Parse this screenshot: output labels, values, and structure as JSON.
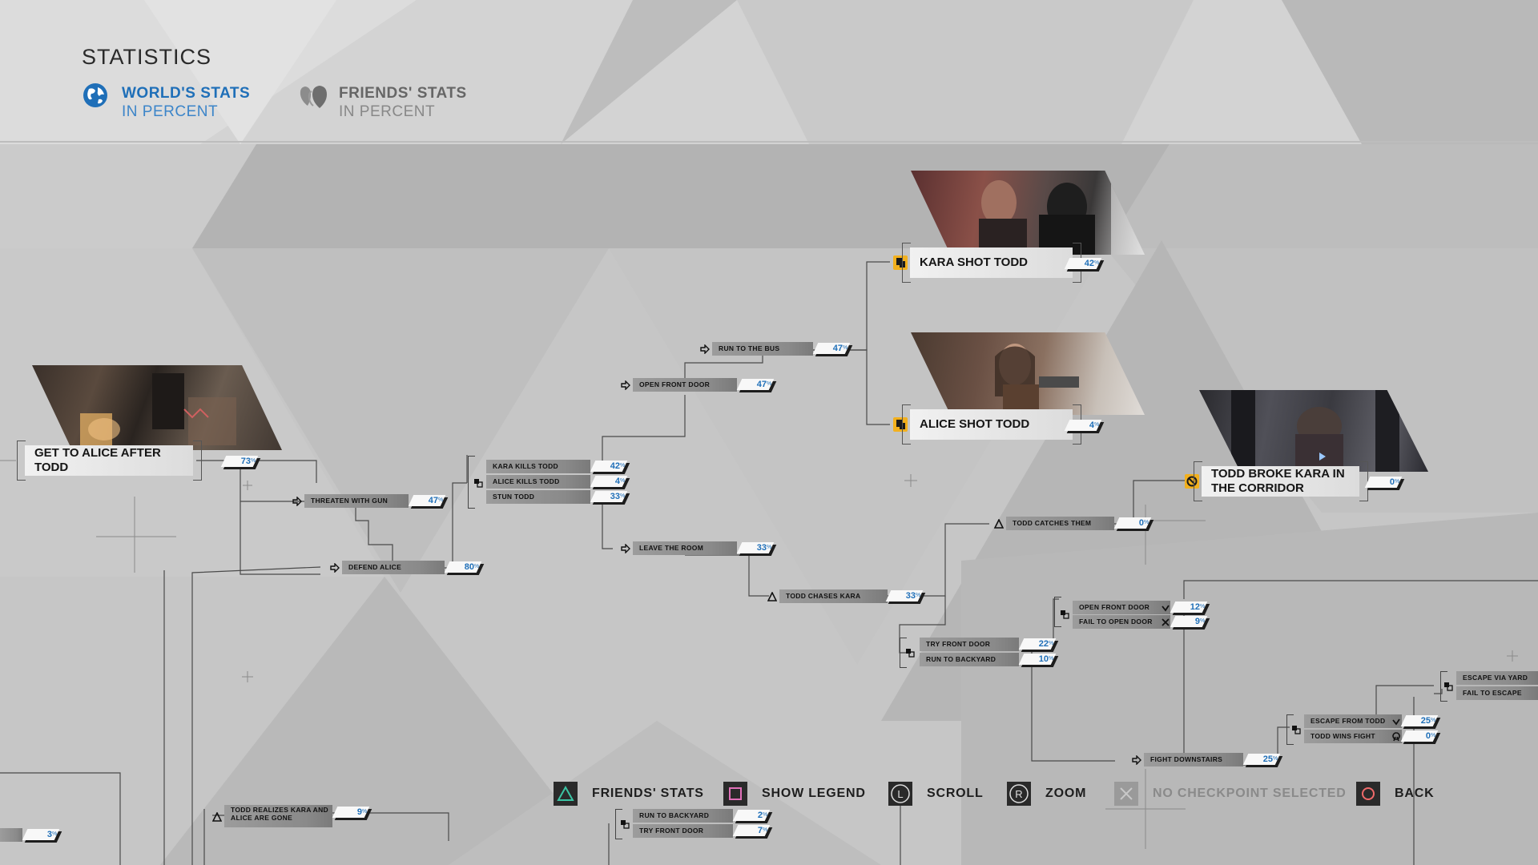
{
  "header": {
    "title": "STATISTICS",
    "world": {
      "line1": "WORLD'S STATS",
      "line2": "IN PERCENT"
    },
    "friends": {
      "line1": "FRIENDS' STATS",
      "line2": "IN PERCENT"
    }
  },
  "colors": {
    "accent_blue": "#1f6fb8",
    "checkpoint_yellow": "#f2b01e",
    "percent_text": "#1f6fb8"
  },
  "big_nodes": [
    {
      "label": "GET TO ALICE AFTER TODD",
      "pct": "73"
    },
    {
      "label": "KARA SHOT TODD",
      "pct": "42"
    },
    {
      "label": "ALICE SHOT TODD",
      "pct": "4"
    },
    {
      "label": "TODD BROKE KARA IN THE CORRIDOR",
      "pct": "0"
    }
  ],
  "small_nodes": [
    {
      "label": "THREATEN WITH GUN",
      "pct": "47"
    },
    {
      "label": "DEFEND ALICE",
      "pct": "80"
    },
    {
      "label": "KARA KILLS TODD",
      "pct": "42"
    },
    {
      "label": "ALICE KILLS TODD",
      "pct": "4"
    },
    {
      "label": "STUN TODD",
      "pct": "33"
    },
    {
      "label": "OPEN FRONT DOOR",
      "pct": "47"
    },
    {
      "label": "RUN TO THE BUS",
      "pct": "47"
    },
    {
      "label": "LEAVE THE ROOM",
      "pct": "33"
    },
    {
      "label": "TODD CHASES KARA",
      "pct": "33"
    },
    {
      "label": "TODD CATCHES THEM",
      "pct": "0"
    },
    {
      "label": "OPEN FRONT DOOR",
      "pct": "12"
    },
    {
      "label": "FAIL TO OPEN DOOR",
      "pct": "9"
    },
    {
      "label": "TRY FRONT DOOR",
      "pct": "22"
    },
    {
      "label": "RUN TO BACKYARD",
      "pct": "10"
    },
    {
      "label": "FIGHT DOWNSTAIRS",
      "pct": "25"
    },
    {
      "label": "ESCAPE FROM TODD",
      "pct": "25"
    },
    {
      "label": "TODD WINS FIGHT",
      "pct": "0"
    },
    {
      "label": "ESCAPE VIA YARD",
      "pct": ""
    },
    {
      "label": "FAIL TO ESCAPE",
      "pct": ""
    },
    {
      "label": "TODD REALIZES KARA AND ALICE ARE GONE",
      "pct": "9"
    },
    {
      "label": "RUN TO BACKYARD",
      "pct": "2"
    },
    {
      "label": "TRY FRONT DOOR",
      "pct": "7"
    }
  ],
  "edge_pct": {
    "pct": "3"
  },
  "percent_unit": "%",
  "buttons": {
    "friends_stats": "FRIENDS' STATS",
    "show_legend": "SHOW LEGEND",
    "scroll": "SCROLL",
    "zoom": "ZOOM",
    "no_checkpoint": "NO CHECKPOINT SELECTED",
    "back": "BACK",
    "scroll_glyph": "L",
    "zoom_glyph": "R"
  }
}
